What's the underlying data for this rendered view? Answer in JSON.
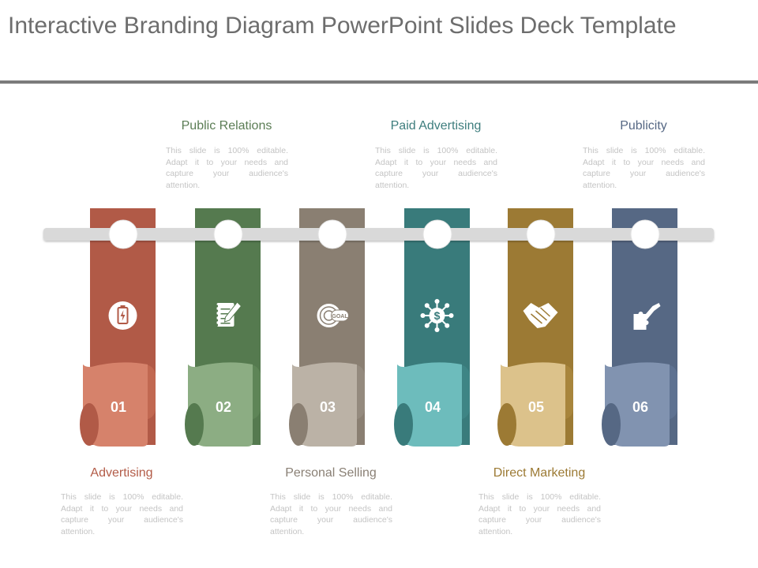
{
  "title": "Interactive Branding Diagram PowerPoint Slides Deck Template",
  "description": "This slide is 100% editable. Adapt it to your needs and capture your audience's attention.",
  "steps": [
    {
      "number": "01",
      "label": "Advertising",
      "icon": "battery-icon",
      "color": "#b15a47",
      "light": "#d6826b",
      "shade": "#c16851",
      "text_color": "#b35c48"
    },
    {
      "number": "02",
      "label": "Public Relations",
      "icon": "notepad-pen-icon",
      "color": "#557a4f",
      "light": "#8cad83",
      "shade": "#5e8557",
      "text_color": "#5b7d55"
    },
    {
      "number": "03",
      "label": "Personal Selling",
      "icon": "goal-icon",
      "color": "#8a7f72",
      "light": "#bbb2a6",
      "shade": "#948a7e",
      "text_color": "#8a8075"
    },
    {
      "number": "04",
      "label": "Paid Advertising",
      "icon": "dollar-network-icon",
      "color": "#397b7b",
      "light": "#6dbcbc",
      "shade": "#3e8585",
      "text_color": "#3d7d7d"
    },
    {
      "number": "05",
      "label": "Direct Marketing",
      "icon": "handshake-icon",
      "color": "#9c7a34",
      "light": "#dcc28b",
      "shade": "#a8853c",
      "text_color": "#9c7a34"
    },
    {
      "number": "06",
      "label": "Publicity",
      "icon": "puzzle-hand-icon",
      "color": "#566884",
      "light": "#8193b0",
      "shade": "#5e7291",
      "text_color": "#566884"
    }
  ]
}
